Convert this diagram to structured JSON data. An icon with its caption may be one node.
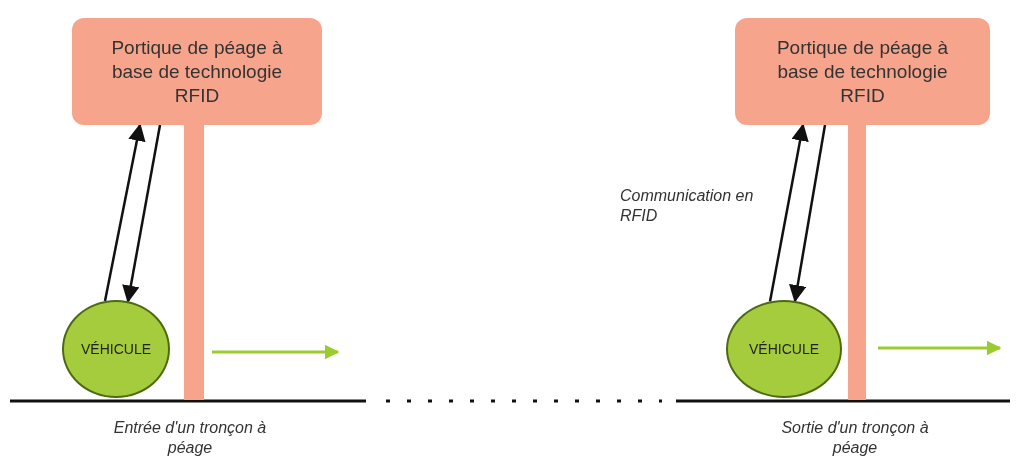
{
  "diagram": {
    "nodes": [
      {
        "text": [
          "Portique de péage à base de technologie RFID"
        ]
      },
      {
        "text": [
          "VÉHICULE"
        ]
      },
      {
        "text": [
          "Portique de péage à base de technologie RFID"
        ]
      },
      {
        "text": [
          "VÉHICULE"
        ]
      },
      {
        "text": [],
        "shape": "bar"
      },
      {
        "text": [],
        "shape": "bar"
      }
    ],
    "edges": [
      {
        "from": 1,
        "to": 0,
        "arrow": "to"
      },
      {
        "from": 0,
        "to": 1,
        "arrow": "to"
      },
      {
        "from": 3,
        "to": 2,
        "arrow": "to"
      },
      {
        "from": 2,
        "to": 3,
        "arrow": "to"
      }
    ],
    "labels": [
      "Communication en RFID",
      "Entrée d'un tronçon à péage",
      "Sortie d'un tronçon à péage"
    ]
  }
}
